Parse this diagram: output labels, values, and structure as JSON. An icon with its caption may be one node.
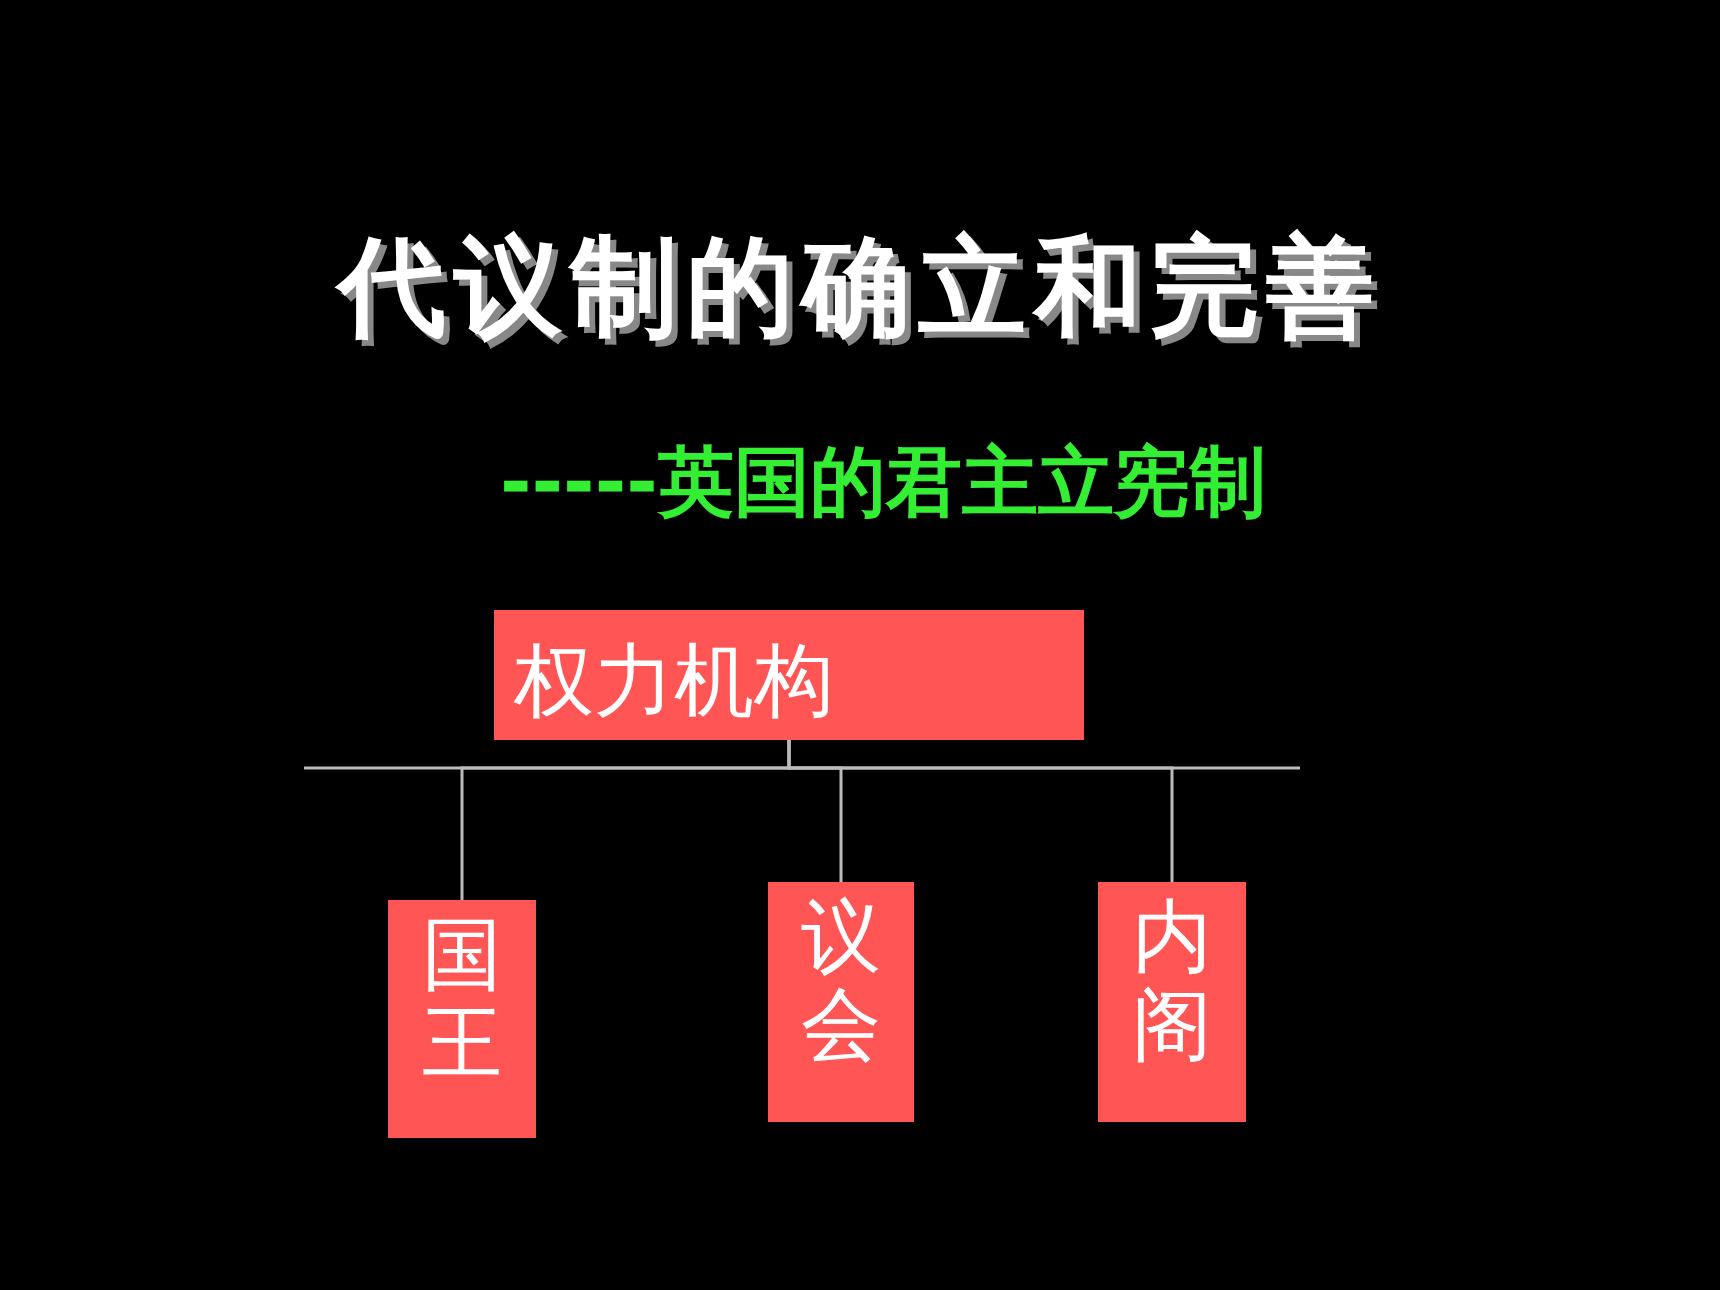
{
  "diagram": {
    "title": "代议制的确立和完善",
    "caption": "-----英国的君主立宪制",
    "nodes": [
      {
        "text": [
          "权力机构"
        ]
      },
      {
        "text": [
          "国王"
        ]
      },
      {
        "text": [
          "议会"
        ]
      },
      {
        "text": [
          "内阁"
        ]
      }
    ],
    "edges": [
      {
        "from": 0,
        "to": 1,
        "arrow": "none"
      },
      {
        "from": 0,
        "to": 2,
        "arrow": "none"
      },
      {
        "from": 0,
        "to": 3,
        "arrow": "none"
      }
    ]
  }
}
